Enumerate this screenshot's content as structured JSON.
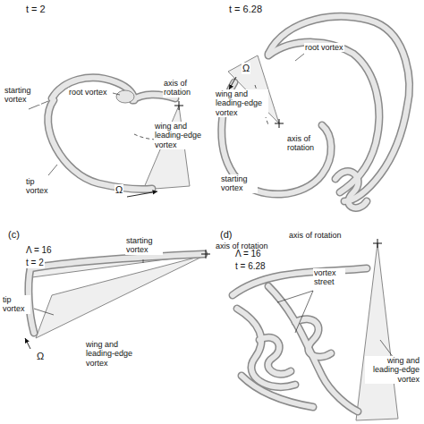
{
  "diagram": {
    "labels": [
      "t = 2",
      "starting vortex",
      "root vortex",
      "axis of rotation",
      "wing and leading-edge vortex",
      "tip vortex",
      "Ω",
      "t = 6.28",
      "Ω",
      "root vortex",
      "wing and leading-edge vortex",
      "axis of rotation",
      "starting vortex",
      "(c)",
      "Λ = 16",
      "t = 2",
      "starting vortex",
      "axis of rotation",
      "tip vortex",
      "wing and leading-edge vortex",
      "Ω",
      "(d)",
      "Λ = 16",
      "t = 6.28",
      "axis of rotation",
      "vortex street",
      "wing and leading-edge vortex"
    ]
  }
}
